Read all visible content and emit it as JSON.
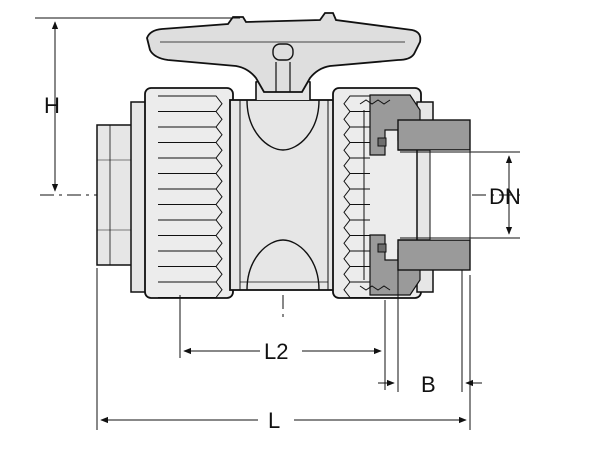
{
  "drawing": {
    "subject": "ball valve",
    "dimension_labels": {
      "height": "H",
      "nominal_diameter": "DN",
      "inner_length": "L2",
      "socket_depth": "B",
      "overall_length": "L"
    },
    "colors": {
      "line": "#111111",
      "body_fill": "#e6e6e6",
      "nut_fill": "#ececec",
      "handle_fill": "#dedede",
      "section_fill": "#9a9a9a",
      "section_dark": "#6e6e6e",
      "background": "#ffffff"
    }
  }
}
